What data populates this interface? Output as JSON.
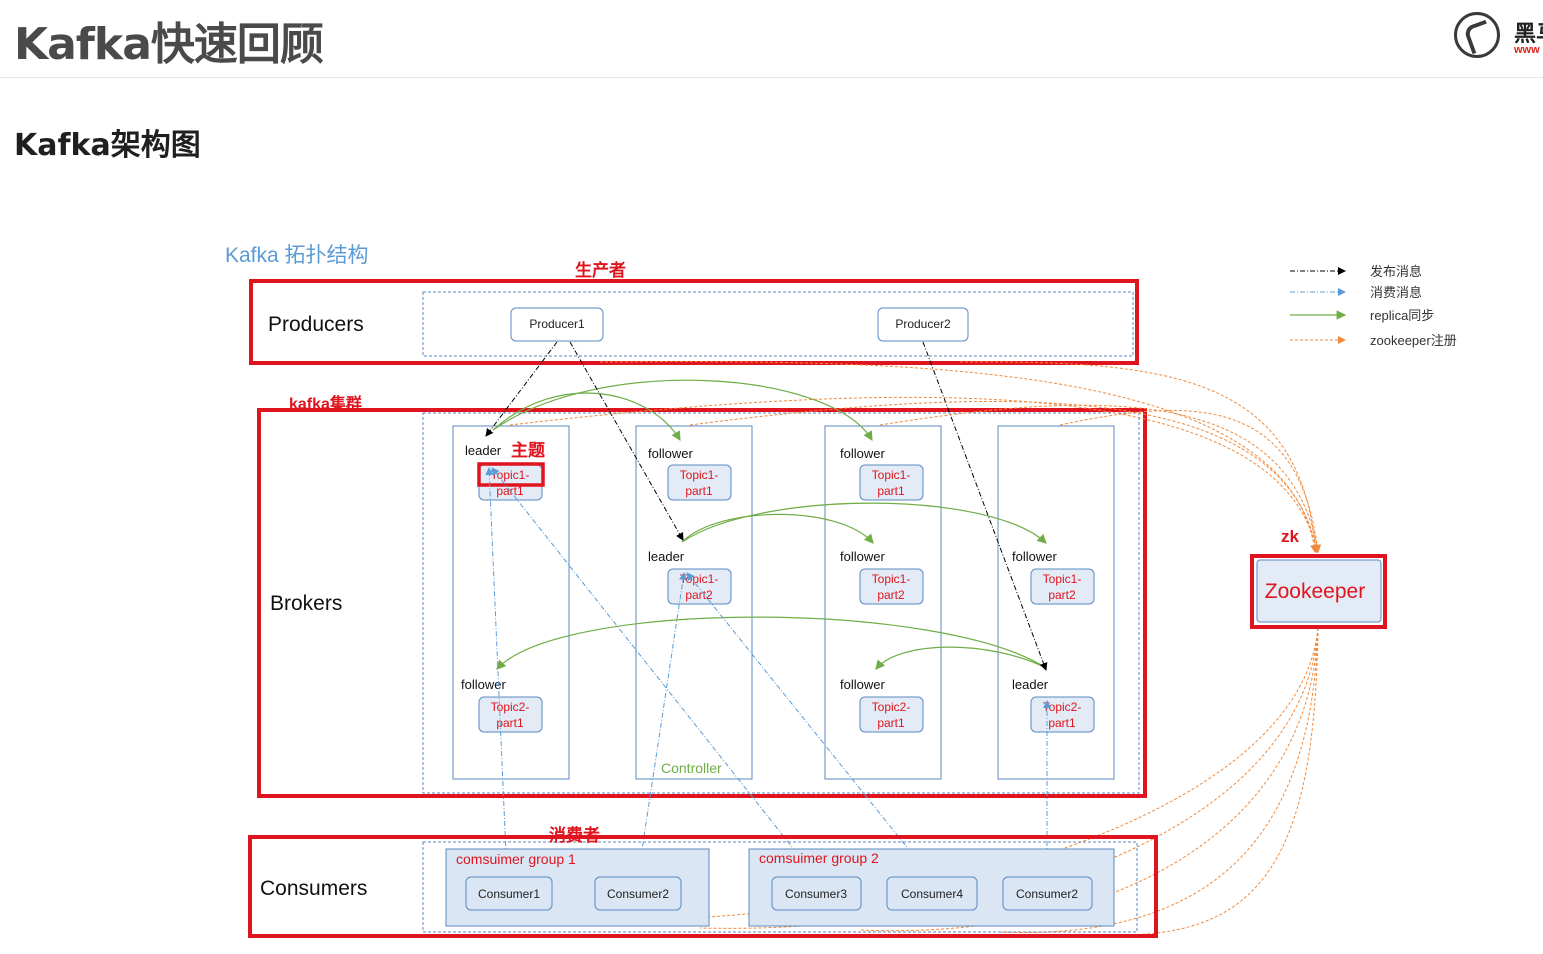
{
  "header": {
    "title": "Kafka快速回顾",
    "logo": {
      "icon": "horse-head-logo-icon",
      "brand": "黑马",
      "url": "www"
    }
  },
  "section": {
    "title": "Kafka架构图"
  },
  "diagram": {
    "title": "Kafka 拓扑结构",
    "colors": {
      "red_annotation": "#e0141e",
      "box_border": "#5b8ac2",
      "topic_fill": "#e3ecf6",
      "consumer_group_fill": "#dae6f3",
      "replica": "#70ad47",
      "zookeeper": "#f08a3c",
      "title_blue": "#5b9bd5",
      "controller_green": "#70ad47"
    },
    "legend": [
      {
        "label": "发布消息",
        "style": "dash-dot",
        "color": "#000000"
      },
      {
        "label": "消费消息",
        "style": "dash-dot",
        "color": "#5b9bd5"
      },
      {
        "label": "replica同步",
        "style": "solid",
        "color": "#70ad47"
      },
      {
        "label": "zookeeper注册",
        "style": "dashed",
        "color": "#f08a3c"
      }
    ],
    "annotations": {
      "producers": "生产者",
      "cluster": "kafka集群",
      "topic": "主题",
      "consumers": "消费者",
      "zk": "zk"
    },
    "layers": {
      "producers": "Producers",
      "brokers": "Brokers",
      "consumers": "Consumers"
    },
    "producers": [
      "Producer1",
      "Producer2"
    ],
    "brokers": [
      {
        "partitions": [
          {
            "role": "leader",
            "topic": "Topic1-",
            "part": "part1"
          },
          {
            "role": "follower",
            "topic": "Topic2-",
            "part": "part1"
          }
        ]
      },
      {
        "partitions": [
          {
            "role": "follower",
            "topic": "Topic1-",
            "part": "part1"
          },
          {
            "role": "leader",
            "topic": "Topic1-",
            "part": "part2"
          }
        ],
        "controller": "Controller"
      },
      {
        "partitions": [
          {
            "role": "follower",
            "topic": "Topic1-",
            "part": "part1"
          },
          {
            "role": "follower",
            "topic": "Topic1-",
            "part": "part2"
          },
          {
            "role": "follower",
            "topic": "Topic2-",
            "part": "part1"
          }
        ]
      },
      {
        "partitions": [
          {
            "role": "follower",
            "topic": "Topic1-",
            "part": "part2"
          },
          {
            "role": "leader",
            "topic": "Topic2-",
            "part": "part1"
          }
        ]
      }
    ],
    "consumer_groups": [
      {
        "name": "comsuimer group 1",
        "consumers": [
          "Consumer1",
          "Consumer2"
        ]
      },
      {
        "name": "comsuimer group 2",
        "consumers": [
          "Consumer3",
          "Consumer4",
          "Consumer2"
        ]
      }
    ],
    "zookeeper": "Zookeeper"
  }
}
